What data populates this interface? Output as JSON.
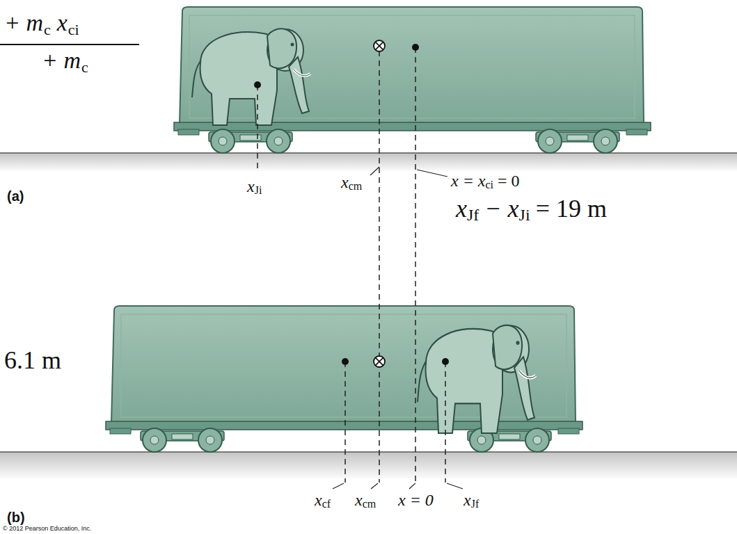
{
  "diagram": {
    "labels": [
      "+ m",
      "c",
      "x",
      "ci",
      "+ m",
      "c",
      "x",
      "Ji",
      "x",
      "cm",
      "x = x",
      "ci",
      "= 0",
      "(a)",
      "x",
      "Jf",
      "− x",
      "Ji",
      "= 19 m",
      "6.1 m",
      "x",
      "cf",
      "x",
      "cm",
      "x = 0",
      "x",
      "Jf",
      "(b)",
      "© 2012 Pearson Education, Inc."
    ]
  }
}
